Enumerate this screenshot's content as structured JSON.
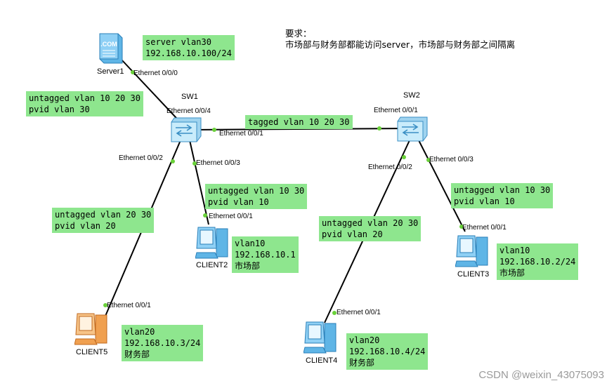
{
  "requirement": {
    "title": "要求：",
    "text": "市场部与财务部都能访问server，市场部与财务部之间隔离"
  },
  "devices": {
    "server1": "Server1",
    "sw1": "SW1",
    "sw2": "SW2",
    "client2": "CLIENT2",
    "client3": "CLIENT3",
    "client4": "CLIENT4",
    "client5": "CLIENT5"
  },
  "ports": {
    "server1_eth": "Ethernet 0/0/0",
    "sw1_e4": "Ethernet 0/0/4",
    "sw1_e1": "Ethernet 0/0/1",
    "sw1_e2": "Ethernet 0/0/2",
    "sw1_e3": "Ethernet 0/0/3",
    "sw2_e1": "Ethernet 0/0/1",
    "sw2_e2": "Ethernet 0/0/2",
    "sw2_e3": "Ethernet 0/0/3",
    "client2_eth": "Ethernet 0/0/1",
    "client3_eth": "Ethernet 0/0/1",
    "client4_eth": "Ethernet 0/0/1",
    "client5_eth": "Ethernet 0/0/1"
  },
  "notes": {
    "server": [
      "server vlan30",
      "192.168.10.100/24"
    ],
    "sw1_e4": [
      "untagged vlan 10 20 30",
      "pvid vlan 30"
    ],
    "trunk": [
      "tagged vlan 10 20 30"
    ],
    "sw1_e3": [
      "untagged vlan 10 30",
      "pvid vlan 10"
    ],
    "sw1_e2": [
      "untagged vlan 20 30",
      "pvid vlan 20"
    ],
    "sw2_e2": [
      "untagged vlan 20 30",
      "pvid vlan 20"
    ],
    "sw2_e3": [
      "untagged vlan 10 30",
      "pvid vlan 10"
    ],
    "client2": [
      "vlan10",
      "192.168.10.1",
      "市场部"
    ],
    "client3": [
      "vlan10",
      "192.168.10.2/24",
      "市场部"
    ],
    "client5": [
      "vlan20",
      "192.168.10.3/24",
      "财务部"
    ],
    "client4": [
      "vlan20",
      "192.168.10.4/24",
      "财务部"
    ]
  },
  "colors": {
    "note_bg": "#8ee68e",
    "link": "#000000",
    "port_dot": "#6ad13a",
    "switch": "#bfe3f5",
    "pc_blue": "#5fb5e6",
    "pc_orange": "#f0a050"
  },
  "watermark": "CSDN @weixin_43075093"
}
